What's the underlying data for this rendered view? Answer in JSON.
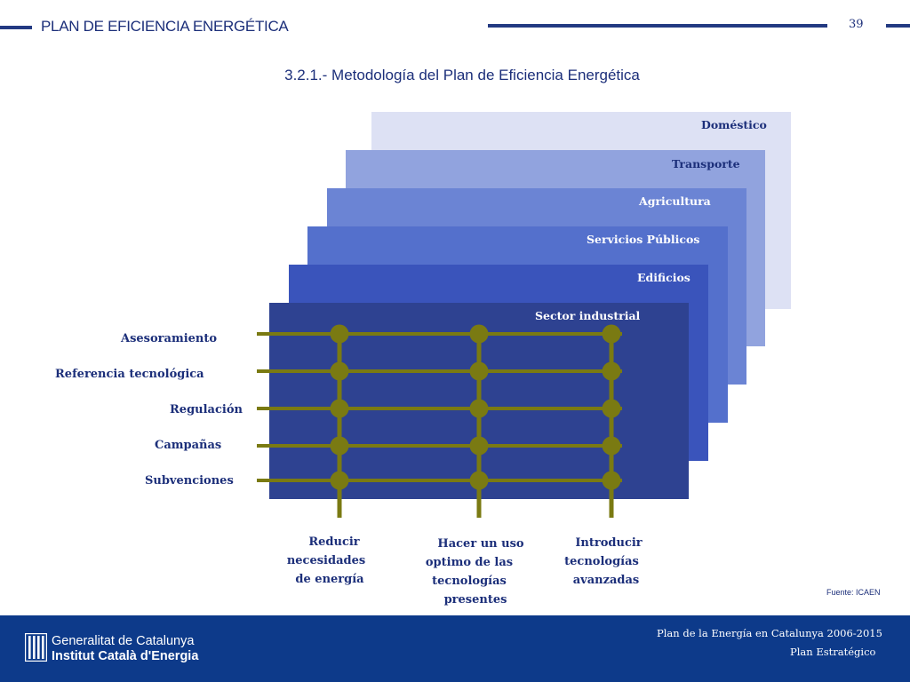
{
  "header": {
    "title": "PLAN DE EFICIENCIA ENERGÉTICA",
    "page_number": "39"
  },
  "slide_title": "3.2.1.- Metodología del Plan  de Eficiencia Energética",
  "layers": [
    {
      "label": "Doméstico",
      "fill": "#dde1f4",
      "text_color": "#1c2f7a"
    },
    {
      "label": "Transporte",
      "fill": "#91a3de",
      "text_color": "#1c2f7a"
    },
    {
      "label": "Agricultura",
      "fill": "#6b84d4",
      "text_color": "#ffffff"
    },
    {
      "label": "Servicios Públicos",
      "fill": "#5470cc",
      "text_color": "#ffffff"
    },
    {
      "label": "Edificios",
      "fill": "#3a54bb",
      "text_color": "#ffffff"
    },
    {
      "label": "Sector industrial",
      "fill": "#2e4291",
      "text_color": "#ffffff"
    }
  ],
  "rows": [
    "Asesoramiento",
    "Referencia tecnológica",
    "Regulación",
    "Campañas",
    "Subvenciones"
  ],
  "columns": [
    {
      "lines": [
        "Reducir",
        "necesidades",
        "de energía"
      ]
    },
    {
      "lines": [
        "Hacer un uso",
        "optimo de las",
        "tecnologías",
        "presentes"
      ]
    },
    {
      "lines": [
        "Introducir",
        "tecnologías",
        "avanzadas"
      ]
    }
  ],
  "grid_color": "#7a7a12",
  "source_note": "Fuente: ICAEN",
  "footer": {
    "logo_line1": "Generalitat de Catalunya",
    "logo_line2": "Institut Català d'Energia",
    "plan_line1": "Plan de la Energía en Catalunya 2006-2015",
    "plan_line2": "Plan Estratégico"
  }
}
